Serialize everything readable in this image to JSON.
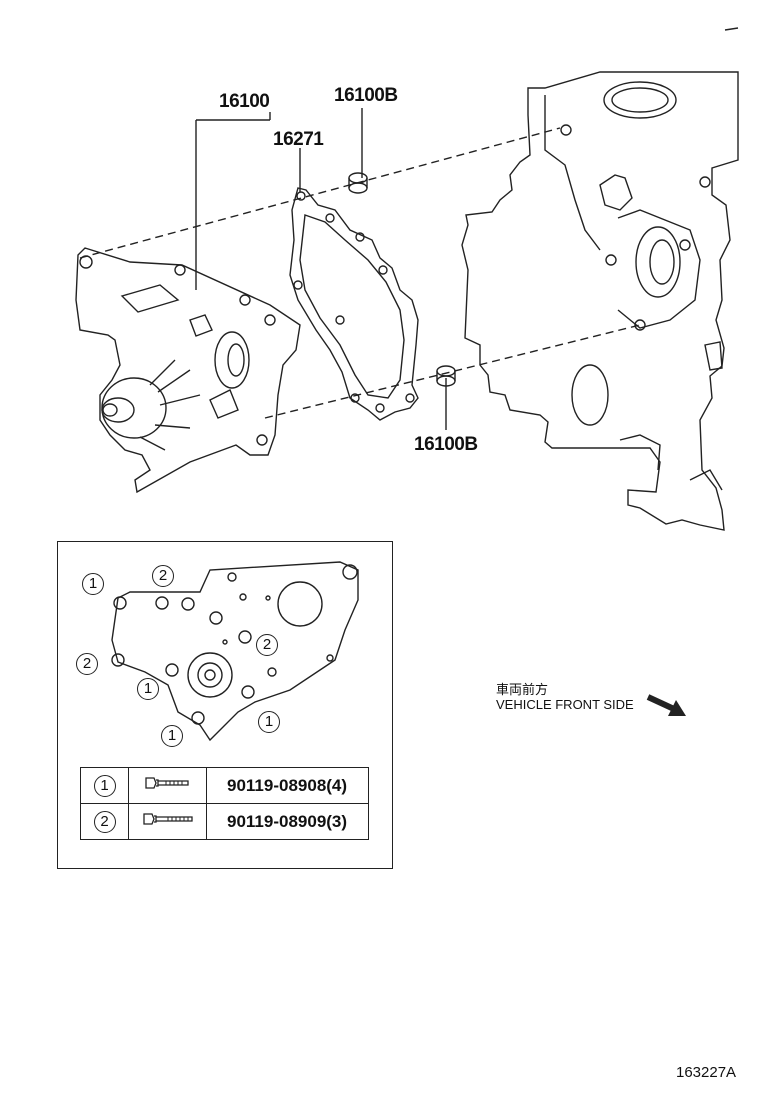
{
  "callouts": {
    "pump": "16100",
    "gasket": "16271",
    "pin_upper": "16100B",
    "pin_lower": "16100B"
  },
  "inset": {
    "markers": [
      "1",
      "2",
      "2",
      "1",
      "1",
      "2",
      "1"
    ],
    "table": [
      {
        "marker": "1",
        "part": "90119-08908(4)"
      },
      {
        "marker": "2",
        "part": "90119-08909(3)"
      }
    ]
  },
  "orientation": {
    "label_jp": "車両前方",
    "label_en": "VEHICLE FRONT SIDE",
    "icon": "arrow-down-right-icon"
  },
  "image_id": "163227A"
}
